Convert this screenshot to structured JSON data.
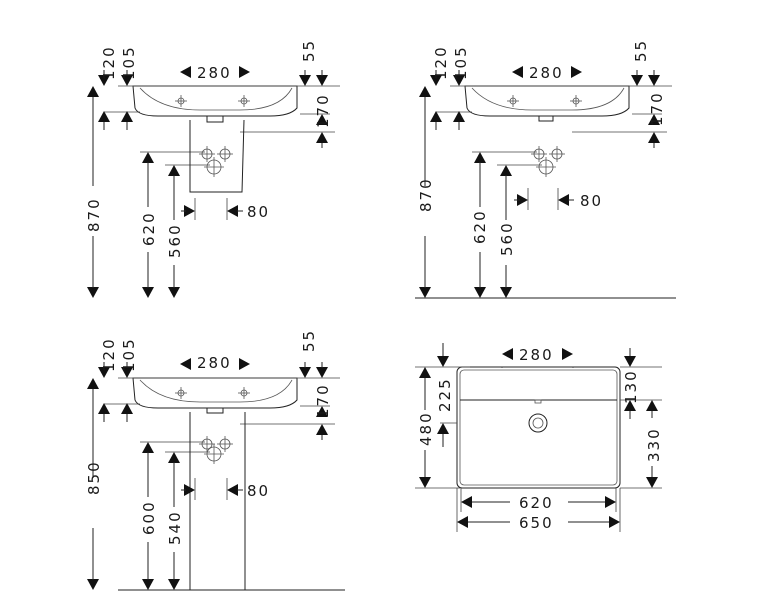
{
  "views": {
    "wall_semi_pedestal": {
      "d120": "120",
      "d105": "105",
      "d280": "280",
      "d55": "55",
      "d170": "170",
      "d870": "870",
      "d620": "620",
      "d560": "560",
      "d80": "80"
    },
    "wall_no_pedestal": {
      "d120": "120",
      "d105": "105",
      "d280": "280",
      "d55": "55",
      "d170": "170",
      "d870": "870",
      "d620": "620",
      "d560": "560",
      "d80": "80"
    },
    "full_pedestal": {
      "d120": "120",
      "d105": "105",
      "d280": "280",
      "d55": "55",
      "d170": "170",
      "d850": "850",
      "d600": "600",
      "d540": "540",
      "d80": "80"
    },
    "top_view": {
      "d280": "280",
      "d225": "225",
      "d480": "480",
      "d130": "130",
      "d330": "330",
      "d620": "620",
      "d650": "650"
    }
  }
}
